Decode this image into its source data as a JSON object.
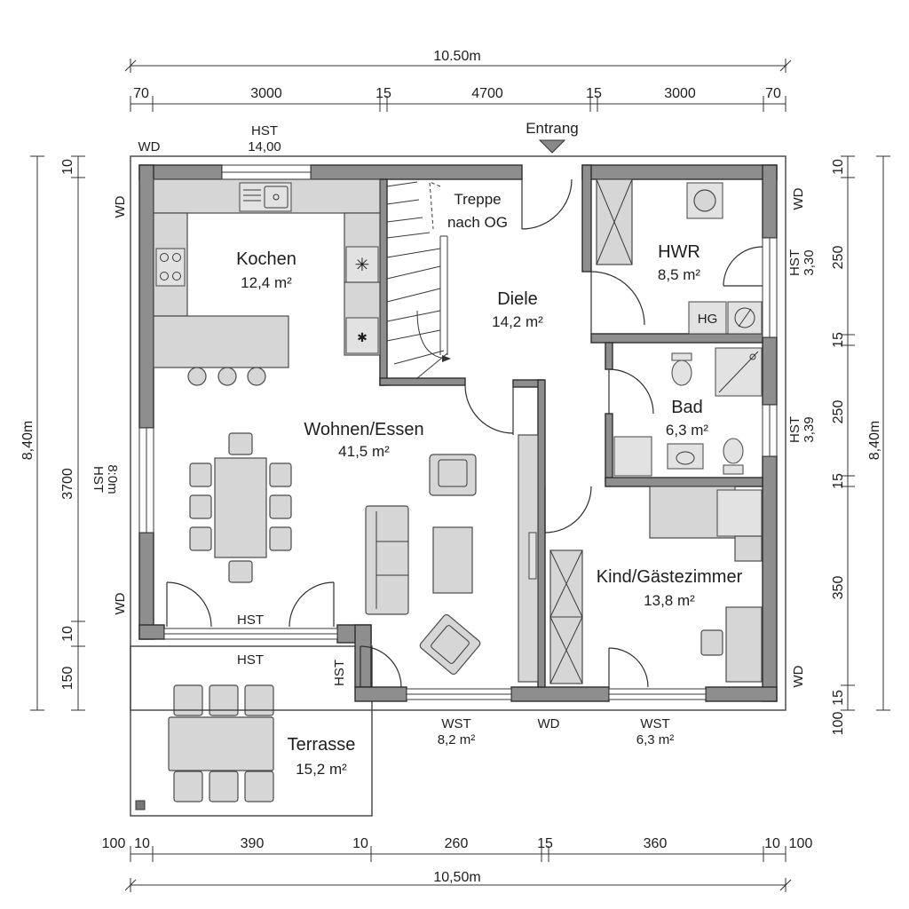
{
  "rooms": {
    "kochen": {
      "name": "Kochen",
      "area": "12,4 m²"
    },
    "diele": {
      "name": "Diele",
      "area": "14,2 m²"
    },
    "hwr": {
      "name": "HWR",
      "area": "8,5 m²"
    },
    "bad": {
      "name": "Bad",
      "area": "6,3 m²"
    },
    "wohnen": {
      "name": "Wohnen/Essen",
      "area": "41,5 m²"
    },
    "kind": {
      "name": "Kind/Gästezimmer",
      "area": "13,8 m²"
    },
    "terrasse": {
      "name": "Terrasse",
      "area": "15,2 m²"
    }
  },
  "labels": {
    "treppe_line1": "Treppe",
    "treppe_line2": "nach OG",
    "entrance": "Entrang",
    "hg": "HG",
    "wd_top_left": "WD",
    "hst_top": "HST",
    "hst_top_size": "14,00",
    "wd_left_upper": "WD",
    "wd_left_lower": "WD",
    "left_window_line1": "8:0m",
    "left_window_line2": "HST",
    "hst_door": "HST",
    "hst_terrace": "HST",
    "hst_corner": "HST",
    "wd_right_upper": "WD",
    "wd_right_lower": "WD",
    "hst_right_upper": "HST",
    "hst_right_upper_size": "3,30",
    "hst_right_lower": "HST",
    "hst_right_lower_size": "3,39",
    "wst_left": "WST",
    "wst_left_area": "8,2 m²",
    "wd_bottom": "WD",
    "wst_right": "WST",
    "wst_right_area": "6,3 m²"
  },
  "dimensions": {
    "top_total": "10.50m",
    "top_segments": [
      "70",
      "3000",
      "15",
      "4700",
      "15",
      "3000",
      "70"
    ],
    "bottom_total": "10,50m",
    "bottom_segments": [
      "100",
      "10",
      "390",
      "10",
      "260",
      "15",
      "360",
      "10",
      "100"
    ],
    "left_total": "8,40m",
    "left_segments": [
      "10",
      "3700",
      "10",
      "150"
    ],
    "right_total": "8,40m",
    "right_segments": [
      "10",
      "250",
      "15",
      "250",
      "15",
      "350",
      "100",
      "15"
    ]
  }
}
